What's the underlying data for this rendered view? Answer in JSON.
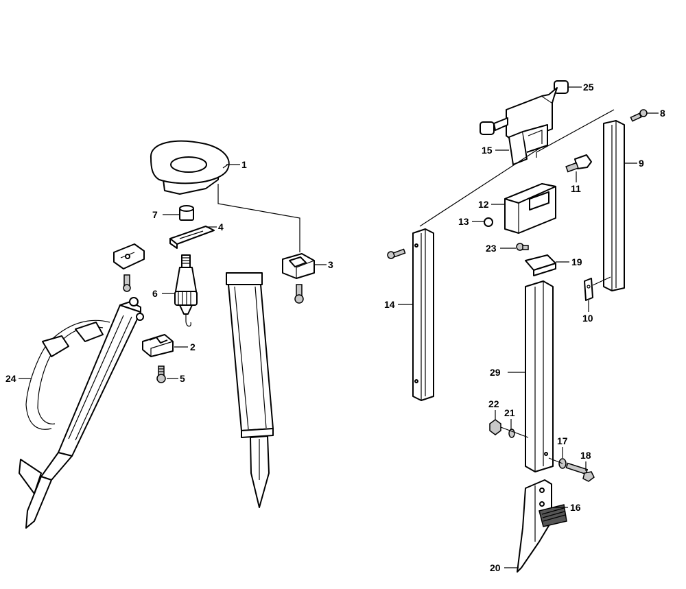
{
  "callouts": [
    {
      "id": "1",
      "label": "1"
    },
    {
      "id": "2",
      "label": "2"
    },
    {
      "id": "3",
      "label": "3"
    },
    {
      "id": "4",
      "label": "4"
    },
    {
      "id": "5",
      "label": "5"
    },
    {
      "id": "6",
      "label": "6"
    },
    {
      "id": "7",
      "label": "7"
    },
    {
      "id": "8",
      "label": "8"
    },
    {
      "id": "9",
      "label": "9"
    },
    {
      "id": "10",
      "label": "10"
    },
    {
      "id": "11",
      "label": "11"
    },
    {
      "id": "12",
      "label": "12"
    },
    {
      "id": "13",
      "label": "13"
    },
    {
      "id": "14",
      "label": "14"
    },
    {
      "id": "15",
      "label": "15"
    },
    {
      "id": "16",
      "label": "16"
    },
    {
      "id": "17",
      "label": "17"
    },
    {
      "id": "18",
      "label": "18"
    },
    {
      "id": "19",
      "label": "19"
    },
    {
      "id": "20",
      "label": "20"
    },
    {
      "id": "21",
      "label": "21"
    },
    {
      "id": "22",
      "label": "22"
    },
    {
      "id": "23",
      "label": "23"
    },
    {
      "id": "24",
      "label": "24"
    },
    {
      "id": "25",
      "label": "25"
    },
    {
      "id": "29",
      "label": "29"
    }
  ]
}
